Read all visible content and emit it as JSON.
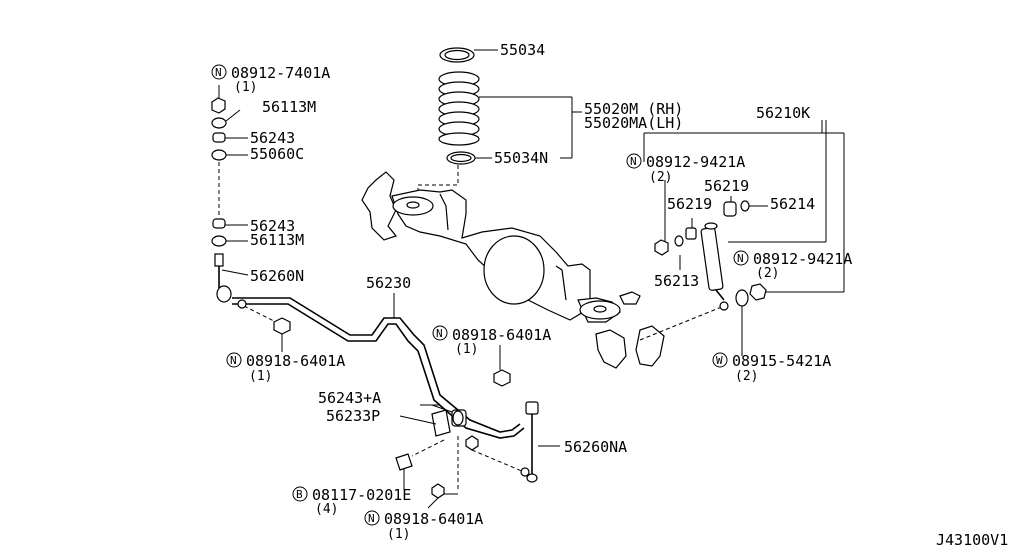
{
  "diagram_id": "J43100V1",
  "parts": {
    "p55034": "55034",
    "p55020m": "55020M (RH)",
    "p55020ma": "55020MA(LH)",
    "p55034n": "55034N",
    "p56210k": "56210K",
    "n08912_7401a": "08912-7401A",
    "n08912_7401a_qty": "(1)",
    "p56113m_top": "56113M",
    "p56243_top": "56243",
    "p55060c": "55060C",
    "p56243_mid": "56243",
    "p56113m_mid": "56113M",
    "p56260n": "56260N",
    "p56230": "56230",
    "n08918_6401a_left": "08918-6401A",
    "n08918_6401a_left_qty": "(1)",
    "n08912_9421a_top": "08912-9421A",
    "n08912_9421a_top_qty": "(2)",
    "p56219_a": "56219",
    "p56219_b": "56219",
    "p56214": "56214",
    "p56213": "56213",
    "n08912_9421a_right": "08912-9421A",
    "n08912_9421a_right_qty": "(2)",
    "n08918_6401a_center": "08918-6401A",
    "n08918_6401a_center_qty": "(1)",
    "w08915_5421a": "08915-5421A",
    "w08915_5421a_qty": "(2)",
    "p56243a": "56243+A",
    "p56233p": "56233P",
    "p56260na": "56260NA",
    "b08117_0201e": "08117-0201E",
    "b08117_0201e_qty": "(4)",
    "n08918_6401a_bottom": "08918-6401A",
    "n08918_6401a_bottom_qty": "(1)"
  },
  "prefix_letters": {
    "n": "N",
    "w": "W",
    "b": "B"
  }
}
